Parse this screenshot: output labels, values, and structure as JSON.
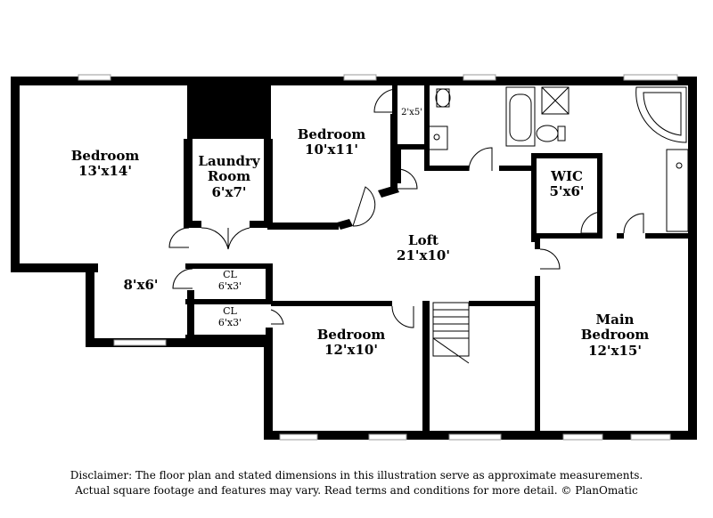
{
  "rooms": {
    "bedroom_left": {
      "name": "Bedroom",
      "dims": "13'x14'"
    },
    "laundry": {
      "name_line1": "Laundry",
      "name_line2": "Room",
      "dims": "6'x7'"
    },
    "bedroom_top": {
      "name": "Bedroom",
      "dims": "10'x11'"
    },
    "closet_small": {
      "dims": "2'x5'"
    },
    "wic": {
      "name": "WIC",
      "dims": "5'x6'"
    },
    "loft": {
      "name": "Loft",
      "dims": "21'x10'"
    },
    "nook": {
      "dims": "8'x6'"
    },
    "closet_1": {
      "name": "CL",
      "dims": "6'x3'"
    },
    "closet_2": {
      "name": "CL",
      "dims": "6'x3'"
    },
    "bedroom_bottom": {
      "name": "Bedroom",
      "dims": "12'x10'"
    },
    "main_bedroom": {
      "name_line1": "Main",
      "name_line2": "Bedroom",
      "dims": "12'x15'"
    }
  },
  "disclaimer": {
    "line1": "Disclaimer: The floor plan and stated dimensions in this illustration serve as approximate measurements.",
    "line2": "Actual square footage and features may vary. Read terms and conditions for more detail. © PlanOmatic"
  }
}
